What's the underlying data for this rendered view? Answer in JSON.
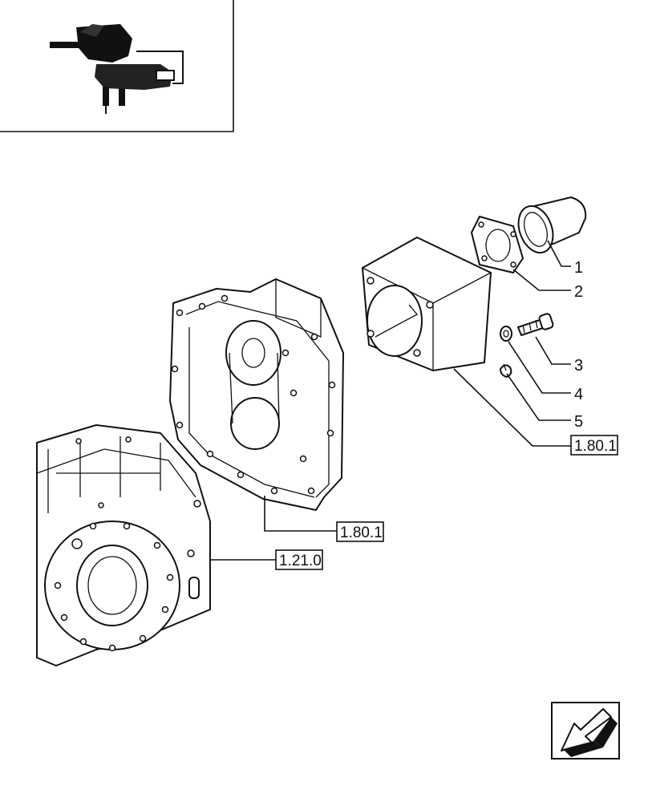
{
  "callouts": [
    {
      "id": "1",
      "label": "1"
    },
    {
      "id": "2",
      "label": "2"
    },
    {
      "id": "3",
      "label": "3"
    },
    {
      "id": "4",
      "label": "4"
    },
    {
      "id": "5",
      "label": "5"
    }
  ],
  "references": [
    {
      "id": "ref-cover",
      "label": "1.80.1"
    },
    {
      "id": "ref-gear-housing",
      "label": "1.80.1"
    },
    {
      "id": "ref-transmission-case",
      "label": "1.21.0"
    }
  ],
  "icons": {
    "locator": "tractor-locator-thumbnail-icon",
    "navigation": "previous-page-arrow-icon"
  }
}
